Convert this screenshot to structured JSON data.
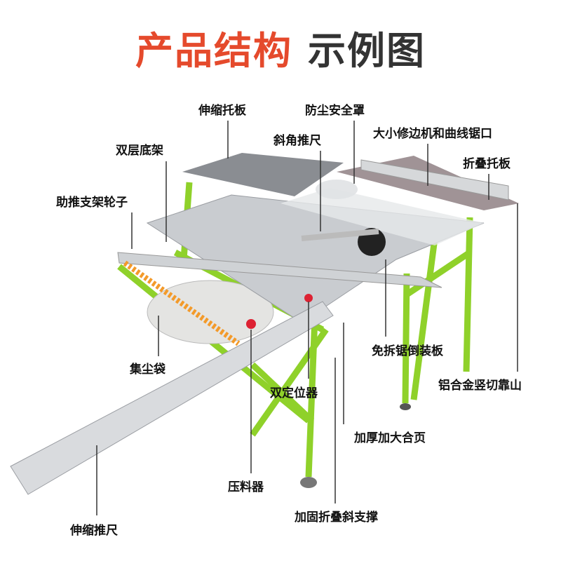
{
  "title": {
    "part1": "产品结构",
    "part2": "示例图"
  },
  "labels": {
    "telescopic_support_board": "伸缩托板",
    "dust_guard": "防尘安全罩",
    "miter_gauge": "斜角推尺",
    "trimmer_jigsaw_slot": "大小修边机和曲线锯口",
    "double_base_frame": "双层底架",
    "folding_support_board": "折叠托板",
    "push_support_wheels": "助推支架轮子",
    "dust_bag": "集尘袋",
    "saw_mount_plate": "免拆锯倒装板",
    "aluminum_rip_fence": "铝合金竖切靠山",
    "double_positioner": "双定位器",
    "thick_hinge": "加厚加大合页",
    "hold_down_clamp": "压料器",
    "folding_diagonal_brace": "加固折叠斜支撑",
    "telescopic_push_ruler": "伸缩推尺"
  },
  "colors": {
    "title_red": "#e54a2c",
    "title_dark": "#333333",
    "frame_green": "#8fd12a",
    "table_gray": "#c9ccd0"
  }
}
